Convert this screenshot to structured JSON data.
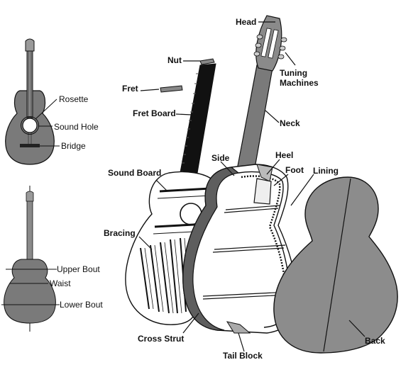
{
  "labels": {
    "head": "Head",
    "tuning_machines_1": "Tuning",
    "tuning_machines_2": "Machines",
    "nut": "Nut",
    "fret": "Fret",
    "fret_board": "Fret Board",
    "neck": "Neck",
    "side": "Side",
    "heel": "Heel",
    "foot": "Foot",
    "lining": "Lining",
    "sound_board": "Sound Board",
    "bracing": "Bracing",
    "cross_strut": "Cross Strut",
    "tail_block": "Tail Block",
    "back": "Back",
    "rosette": "Rosette",
    "sound_hole": "Sound Hole",
    "bridge": "Bridge",
    "upper_bout": "Upper Bout",
    "waist": "Waist",
    "lower_bout": "Lower Bout"
  },
  "colors": {
    "body_gray": "#7a7a7a",
    "side_gray": "#5e5e5e",
    "back_gray": "#8c8c8c",
    "line": "#111111",
    "fretboard": "#111111"
  }
}
